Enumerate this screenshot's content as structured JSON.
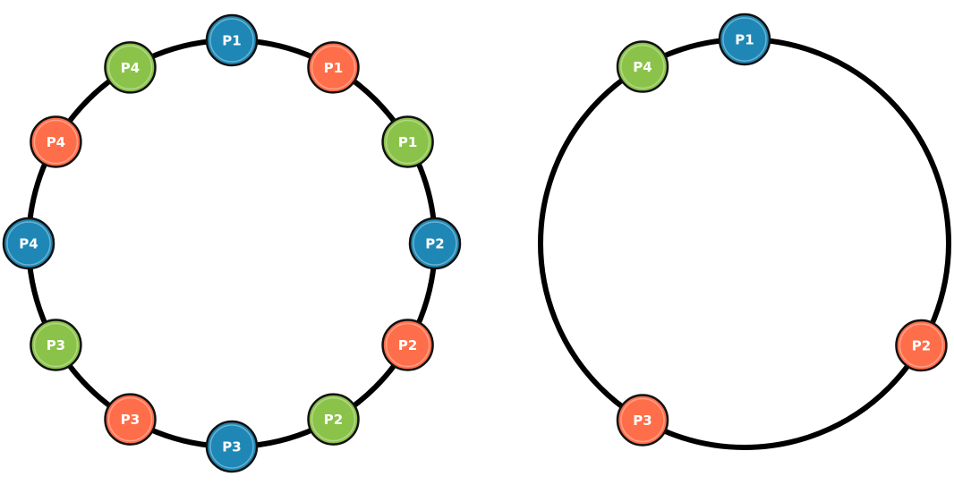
{
  "colors": {
    "blue": "#1f87b5",
    "orange": "#ff6e4a",
    "green": "#8bc34a",
    "ring": "#000000"
  },
  "ring_slots": 12,
  "rings": [
    {
      "name": "ring-with-virtual-nodes",
      "nodes": [
        {
          "label": "P1",
          "color": "blue",
          "slot": 0
        },
        {
          "label": "P1",
          "color": "orange",
          "slot": 1
        },
        {
          "label": "P1",
          "color": "green",
          "slot": 2
        },
        {
          "label": "P2",
          "color": "blue",
          "slot": 3
        },
        {
          "label": "P2",
          "color": "orange",
          "slot": 4
        },
        {
          "label": "P2",
          "color": "green",
          "slot": 5
        },
        {
          "label": "P3",
          "color": "blue",
          "slot": 6
        },
        {
          "label": "P3",
          "color": "orange",
          "slot": 7
        },
        {
          "label": "P3",
          "color": "green",
          "slot": 8
        },
        {
          "label": "P4",
          "color": "blue",
          "slot": 9
        },
        {
          "label": "P4",
          "color": "orange",
          "slot": 10
        },
        {
          "label": "P4",
          "color": "green",
          "slot": 11
        }
      ]
    },
    {
      "name": "ring-without-virtual-nodes",
      "nodes": [
        {
          "label": "P1",
          "color": "blue",
          "slot": 0
        },
        {
          "label": "P2",
          "color": "orange",
          "slot": 4
        },
        {
          "label": "P3",
          "color": "orange",
          "slot": 7
        },
        {
          "label": "P4",
          "color": "green",
          "slot": 11
        }
      ]
    }
  ]
}
